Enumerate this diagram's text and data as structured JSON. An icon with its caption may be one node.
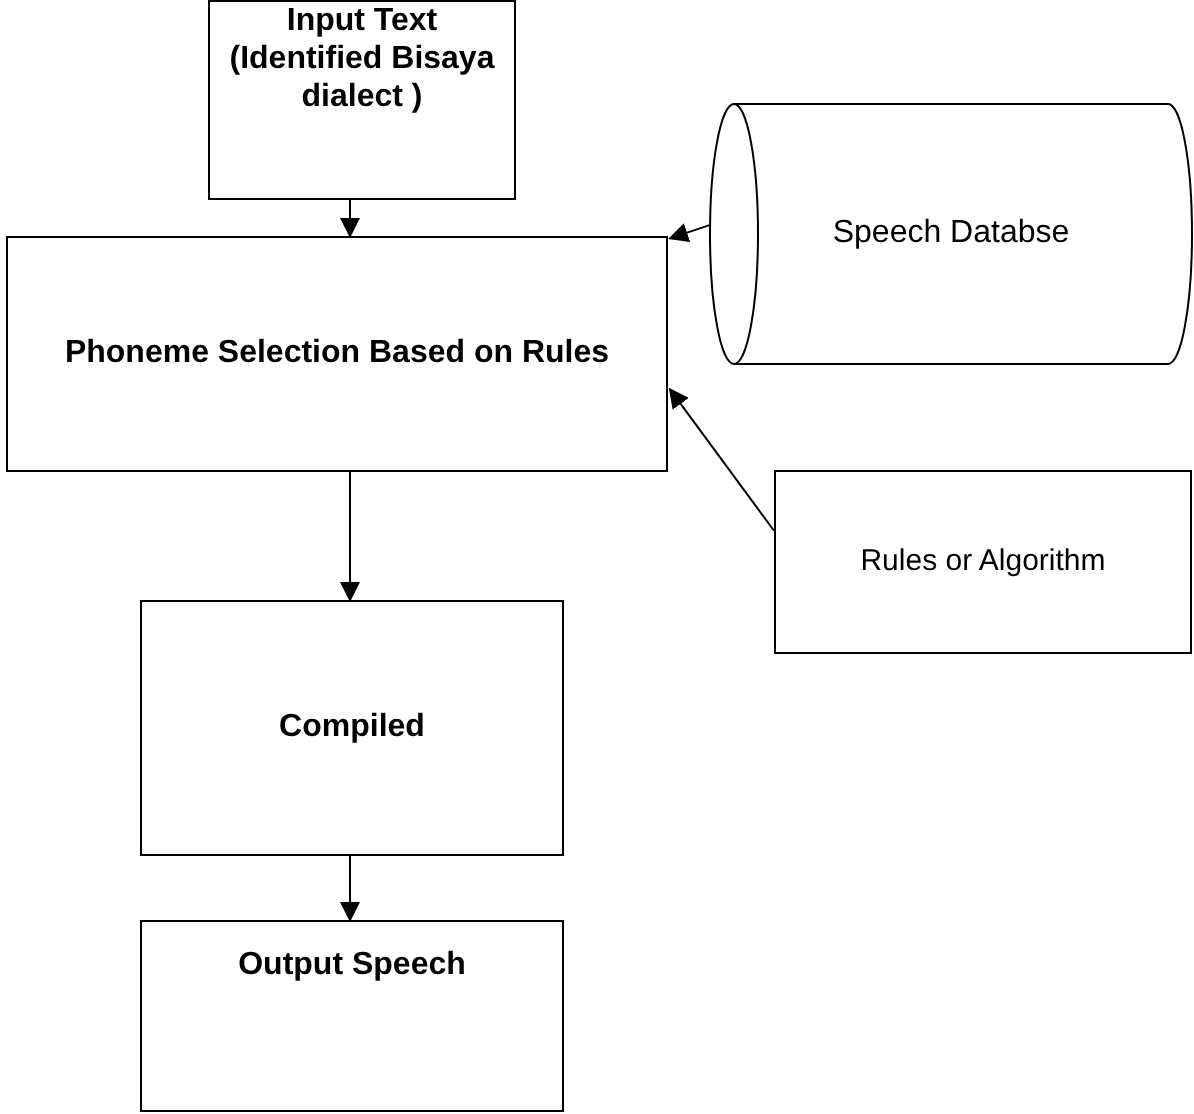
{
  "diagram": {
    "nodes": [
      {
        "text": [
          "Input Text (Identified Bisaya dialect )"
        ]
      },
      {
        "text": [
          "Phoneme Selection Based on Rules"
        ]
      },
      {
        "text": [
          "Speech Databse"
        ]
      },
      {
        "text": [
          "Rules or Algorithm"
        ]
      },
      {
        "text": [
          "Compiled"
        ]
      },
      {
        "text": [
          "Output Speech"
        ]
      }
    ],
    "edges": [
      {
        "from": 0,
        "to": 1,
        "arrow": "to"
      },
      {
        "from": 2,
        "to": 1,
        "arrow": "to"
      },
      {
        "from": 3,
        "to": 1,
        "arrow": "to"
      },
      {
        "from": 1,
        "to": 4,
        "arrow": "to"
      },
      {
        "from": 4,
        "to": 5,
        "arrow": "to"
      }
    ]
  }
}
